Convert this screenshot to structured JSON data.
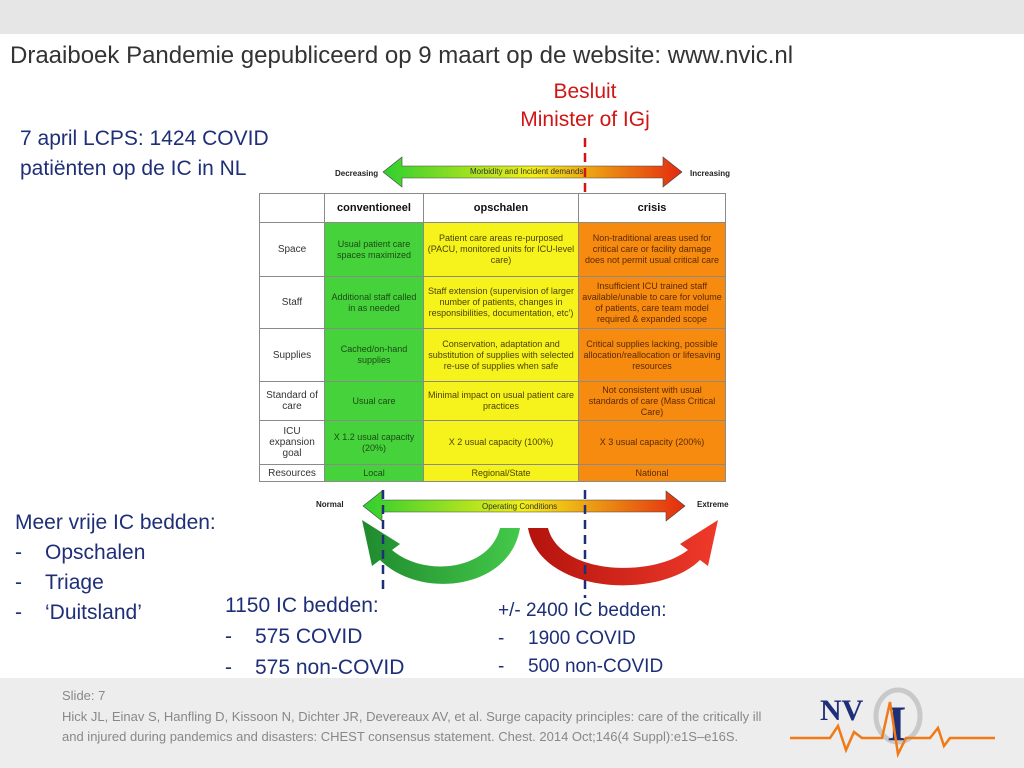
{
  "slide_title": "Draaiboek Pandemie gepubliceerd op 9 maart op de website: www.nvic.nl",
  "besluit": [
    "Besluit",
    "Minister of IGj"
  ],
  "lcps": [
    "7 april LCPS: 1424 COVID",
    "patiënten op de IC in NL"
  ],
  "meer": {
    "heading": "Meer vrije IC bedden:",
    "items": [
      "Opschalen",
      "Triage",
      "‘Duitsland’"
    ]
  },
  "ic_left": {
    "heading": "1150 IC bedden:",
    "items": [
      "575 COVID",
      "575 non-COVID"
    ]
  },
  "ic_right": {
    "heading": "+/- 2400 IC bedden:",
    "items": [
      "1900 COVID",
      "500 non-COVID"
    ]
  },
  "top_arrow": {
    "left": "Decreasing",
    "middle": "Morbidity and Incident demands",
    "right": "Increasing"
  },
  "bottom_arrow": {
    "left": "Normal",
    "middle": "Operating Conditions",
    "right": "Extreme"
  },
  "table": {
    "headers": [
      "conventioneel",
      "opschalen",
      "crisis"
    ],
    "rows": [
      {
        "label": "Space",
        "cells": [
          "Usual patient care spaces maximized",
          "Patient care areas re-purposed (PACU, monitored units for ICU-level care)",
          "Non-traditional areas used for critical care or facility damage does not permit usual critical care"
        ]
      },
      {
        "label": "Staff",
        "cells": [
          "Additional staff called in as needed",
          "Staff extension (supervision of larger number of patients, changes in responsibilities, documentation, etc')",
          "Insufficient ICU trained staff available/unable to care for volume of patients, care team model required & expanded scope"
        ]
      },
      {
        "label": "Supplies",
        "cells": [
          "Cached/on-hand supplies",
          "Conservation, adaptation and substitution of supplies with selected re-use of supplies when safe",
          "Critical supplies lacking, possible allocation/reallocation or lifesaving resources"
        ]
      },
      {
        "label": "Standard of care",
        "cells": [
          "Usual care",
          "Minimal impact on usual patient care practices",
          "Not consistent with usual standards of care (Mass Critical Care)"
        ]
      },
      {
        "label": "ICU expansion goal",
        "cells": [
          "X 1.2 usual capacity (20%)",
          "X 2 usual capacity (100%)",
          "X 3 usual capacity (200%)"
        ]
      },
      {
        "label": "Resources",
        "cells": [
          "Local",
          "Regional/State",
          "National"
        ]
      }
    ]
  },
  "footer": {
    "slide": "Slide: 7",
    "citation": "Hick JL, Einav S, Hanfling D, Kissoon N, Dichter JR, Devereaux AV, et al. Surge capacity principles: care of the critically ill and injured during pandemics and disasters: CHEST consensus statement. Chest. 2014 Oct;146(4 Suppl):e1S–e16S."
  },
  "logo_text": "NVIC",
  "colors": {
    "blue": "#1e2f78",
    "red": "#d01515",
    "green": "#45d23a",
    "yellow": "#f6f21c",
    "orange": "#f78b10"
  }
}
